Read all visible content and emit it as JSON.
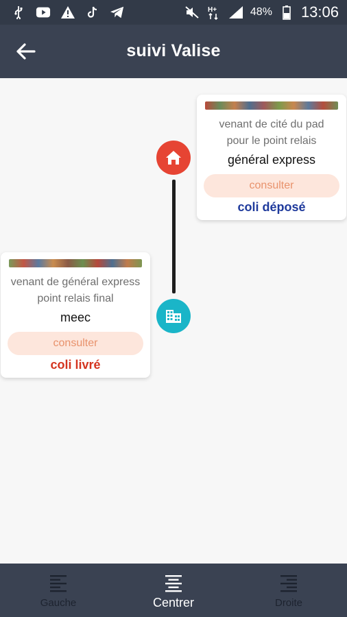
{
  "status_bar": {
    "icons_left": [
      "usb-icon",
      "youtube-icon",
      "warning-icon",
      "tiktok-icon",
      "telegram-icon"
    ],
    "icons_right": [
      "mute-icon",
      "data-hplus-icon",
      "signal-icon"
    ],
    "battery": "48%",
    "time": "13:06"
  },
  "appbar": {
    "title": "suivi Valise"
  },
  "timeline": [
    {
      "node_icon": "home-icon",
      "node_color": "#e64433",
      "from": "venant de cité du pad",
      "relay": "pour le point relais",
      "destination": "général express",
      "button": "consulter",
      "status": "coli déposé",
      "status_color": "#1f3a9c"
    },
    {
      "node_icon": "building-icon",
      "node_color": "#1ab5c8",
      "from": "venant de général express",
      "relay": "point relais final",
      "destination": "meec",
      "button": "consulter",
      "status": "coli livré",
      "status_color": "#d4341f"
    }
  ],
  "bottom_nav": {
    "items": [
      {
        "label": "Gauche",
        "icon": "align-left-icon",
        "active": false
      },
      {
        "label": "Centrer",
        "icon": "align-center-icon",
        "active": true
      },
      {
        "label": "Droite",
        "icon": "align-right-icon",
        "active": false
      }
    ]
  },
  "colors": {
    "appbar_bg": "#3a4252",
    "consult_bg": "#fde6dc",
    "consult_text": "#e8926c"
  }
}
